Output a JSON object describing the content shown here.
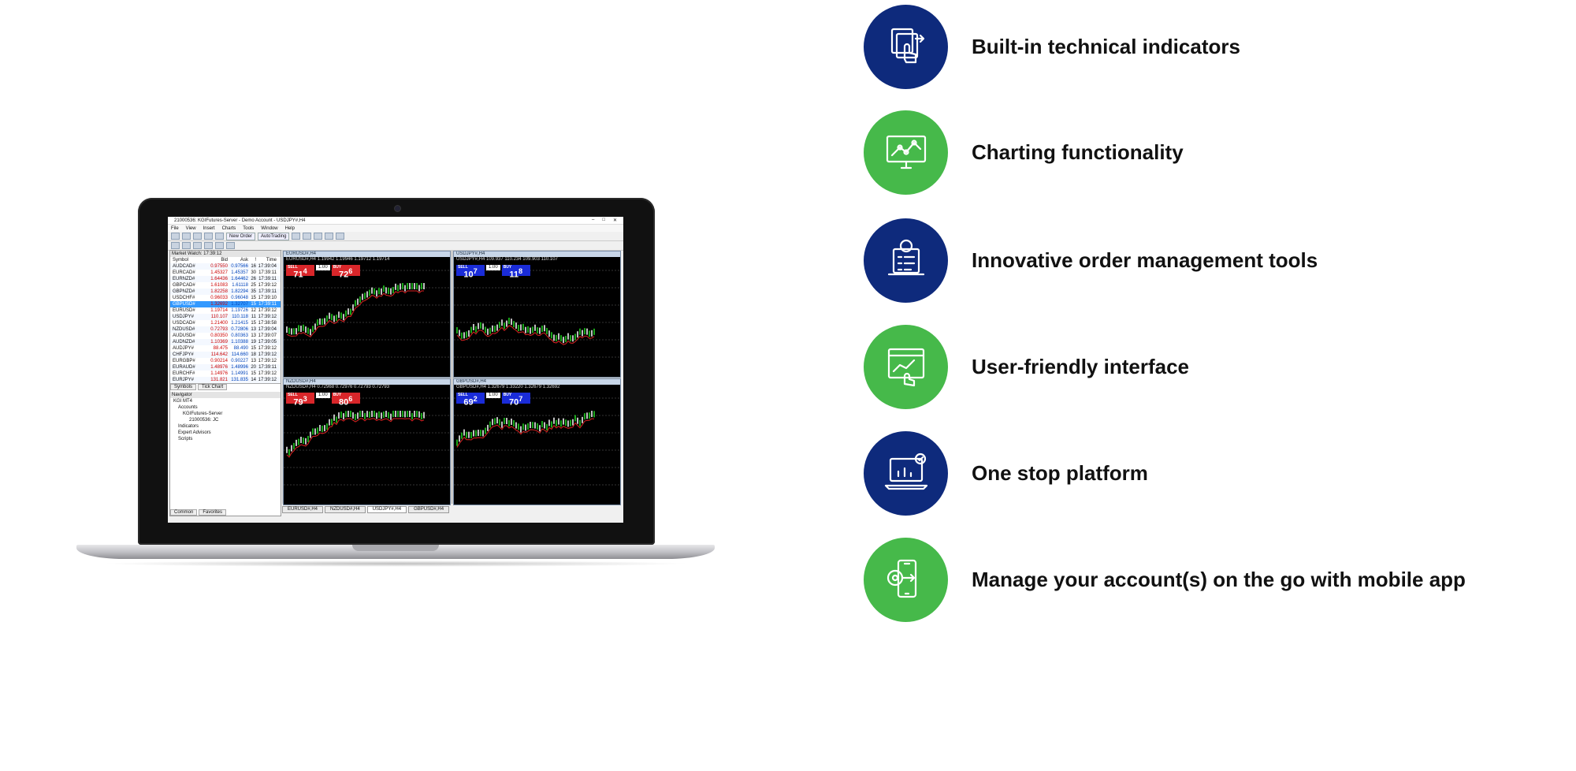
{
  "colors": {
    "navy": "#0e2a7c",
    "green": "#46b94a"
  },
  "terminal": {
    "title": "21000536: KGIFutures-Server - Demo Account - USDJPY#,H4",
    "menu": [
      "File",
      "View",
      "Insert",
      "Charts",
      "Tools",
      "Window",
      "Help"
    ],
    "toolbar": {
      "new_order": "New Order",
      "autotrading": "AutoTrading"
    },
    "market_watch": {
      "header": "Market Watch: 17:39:12",
      "columns": [
        "Symbol",
        "Bid",
        "Ask",
        "!",
        "Time"
      ],
      "rows": [
        [
          "AUDCAD#",
          "0.97550",
          "0.97566",
          "16",
          "17:39:04"
        ],
        [
          "EURCAD#",
          "1.45327",
          "1.45357",
          "30",
          "17:39:11"
        ],
        [
          "EURNZD#",
          "1.64436",
          "1.64462",
          "26",
          "17:39:11"
        ],
        [
          "GBPCAD#",
          "1.61083",
          "1.61118",
          "25",
          "17:39:12"
        ],
        [
          "GBPNZD#",
          "1.82258",
          "1.82294",
          "35",
          "17:39:11"
        ],
        [
          "USDCHF#",
          "0.96033",
          "0.96048",
          "15",
          "17:39:10"
        ],
        [
          "GBPUSD#",
          "1.32692",
          "1.32707",
          "15",
          "17:39:11"
        ],
        [
          "EURUSD#",
          "1.19714",
          "1.19726",
          "12",
          "17:39:12"
        ],
        [
          "USDJPY#",
          "110.107",
          "110.118",
          "11",
          "17:39:12"
        ],
        [
          "USDCAD#",
          "1.21400",
          "1.21415",
          "15",
          "17:38:58"
        ],
        [
          "NZDUSD#",
          "0.72793",
          "0.72806",
          "13",
          "17:39:04"
        ],
        [
          "AUDUSD#",
          "0.80350",
          "0.80363",
          "13",
          "17:39:07"
        ],
        [
          "AUDNZD#",
          "1.10369",
          "1.10388",
          "19",
          "17:39:05"
        ],
        [
          "AUDJPY#",
          "88.475",
          "88.490",
          "15",
          "17:39:12"
        ],
        [
          "CHFJPY#",
          "114.642",
          "114.660",
          "18",
          "17:39:12"
        ],
        [
          "EURGBP#",
          "0.90214",
          "0.90227",
          "13",
          "17:39:12"
        ],
        [
          "EURAUD#",
          "1.48976",
          "1.48996",
          "20",
          "17:39:11"
        ],
        [
          "EURCHF#",
          "1.14976",
          "1.14991",
          "15",
          "17:39:12"
        ],
        [
          "EURJPY#",
          "131.821",
          "131.835",
          "14",
          "17:39:12"
        ]
      ],
      "tabs": [
        "Symbols",
        "Tick Chart"
      ]
    },
    "navigator": {
      "header": "Navigator",
      "items": [
        "KGI MT4",
        "Accounts",
        "KGIFutures-Server",
        "21000536: JC",
        "Indicators",
        "Expert Advisors",
        "Scripts"
      ],
      "tabs": [
        "Common",
        "Favorites"
      ]
    },
    "charts": [
      {
        "caption": "EURUSD#,H4",
        "info": "EURUSD#,H4  1.19942 1.19946 1.19712 1.19714",
        "sell_big": "71",
        "sell_sup": "4",
        "sell_pre": "1.19",
        "buy_big": "72",
        "buy_sup": "6",
        "buy_pre": "1.19",
        "sell": "SELL",
        "buy": "BUY",
        "lot": "1.00",
        "color": "red"
      },
      {
        "caption": "USDJPY#,H4",
        "info": "USDJPY#,H4  109.937 110.234 109.903 110.107",
        "sell_big": "10",
        "sell_sup": "7",
        "sell_pre": "110",
        "buy_big": "11",
        "buy_sup": "8",
        "buy_pre": "110",
        "sell": "SELL",
        "buy": "BUY",
        "lot": "1.00",
        "color": "blue"
      },
      {
        "caption": "NZDUSD#,H4",
        "info": "NZDUSD#,H4  0.72968 0.72976 0.72793 0.72793",
        "sell_big": "79",
        "sell_sup": "3",
        "sell_pre": "0.72",
        "buy_big": "80",
        "buy_sup": "6",
        "buy_pre": "0.72",
        "sell": "SELL",
        "buy": "BUY",
        "lot": "1.00",
        "color": "red"
      },
      {
        "caption": "GBPUSD#,H4",
        "info": "GBPUSD#,H4  1.32679 1.33220 1.32679 1.32692",
        "sell_big": "69",
        "sell_sup": "2",
        "sell_pre": "1.32",
        "buy_big": "70",
        "buy_sup": "7",
        "buy_pre": "1.32",
        "sell": "SELL",
        "buy": "BUY",
        "lot": "1.00",
        "color": "blue"
      }
    ],
    "bottom_tabs": [
      "EURUSD#,H4",
      "NZDUSD#,H4",
      "USDJPY#,H4",
      "GBPUSD#,H4"
    ]
  },
  "features": [
    {
      "label": "Built-in technical indicators",
      "icon": "touch-indicator-icon",
      "color": "navy"
    },
    {
      "label": "Charting functionality",
      "icon": "chart-monitor-icon",
      "color": "green"
    },
    {
      "label": "Innovative order management tools",
      "icon": "order-management-icon",
      "color": "navy"
    },
    {
      "label": "User-friendly interface",
      "icon": "user-interface-icon",
      "color": "green"
    },
    {
      "label": "One stop platform",
      "icon": "laptop-platform-icon",
      "color": "navy"
    },
    {
      "label": "Manage your account(s) on the go with mobile app",
      "icon": "mobile-app-icon",
      "color": "green"
    }
  ]
}
